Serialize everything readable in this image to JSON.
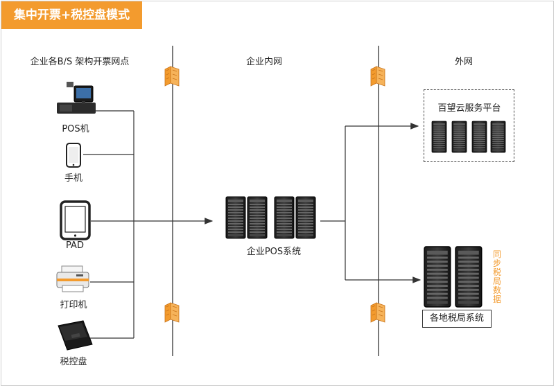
{
  "title": "集中开票+税控盘模式",
  "zones": {
    "left": "企业各B/S 架构开票网点",
    "middle": "企业内网",
    "right": "外网"
  },
  "devices": [
    {
      "label": "POS机",
      "icon": "pos-terminal-icon"
    },
    {
      "label": "手机",
      "icon": "mobile-phone-icon"
    },
    {
      "label": "PAD",
      "icon": "tablet-icon"
    },
    {
      "label": "打印机",
      "icon": "printer-icon"
    },
    {
      "label": "税控盘",
      "icon": "tax-control-disk-icon"
    }
  ],
  "enterprise_pos": {
    "label": "企业POS系统",
    "icon": "server-rack-icon"
  },
  "cloud": {
    "label": "百望云服务平台",
    "icon": "server-rack-icon"
  },
  "tax": {
    "label": "各地税局系统",
    "icon": "server-rack-icon",
    "sync_label": "同步税局数据"
  },
  "colors": {
    "accent": "#f39b2e",
    "line": "#333333",
    "firewall": "#f39b2e"
  }
}
